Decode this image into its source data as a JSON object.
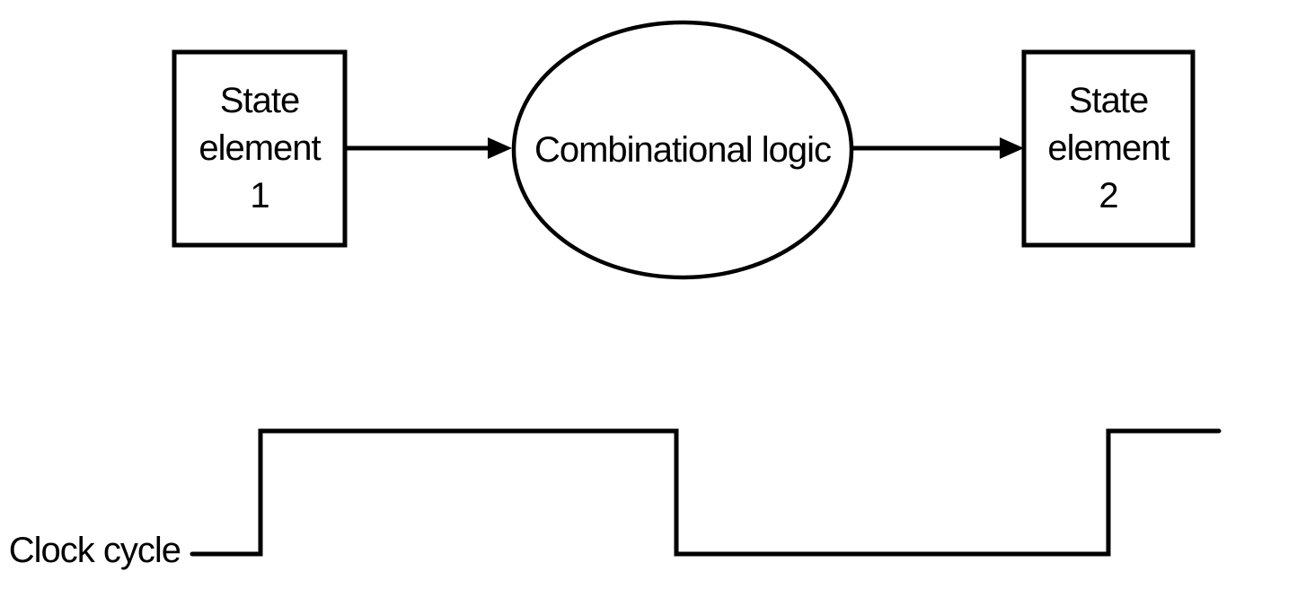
{
  "diagram": {
    "state_element_1": {
      "line1": "State",
      "line2": "element",
      "line3": "1"
    },
    "combinational_logic": {
      "label": "Combinational logic"
    },
    "state_element_2": {
      "line1": "State",
      "line2": "element",
      "line3": "2"
    },
    "clock": {
      "label": "Clock cycle",
      "levels": [
        "low",
        "high",
        "low",
        "high"
      ]
    }
  },
  "colors": {
    "ink": "#000000",
    "background": "#ffffff"
  }
}
